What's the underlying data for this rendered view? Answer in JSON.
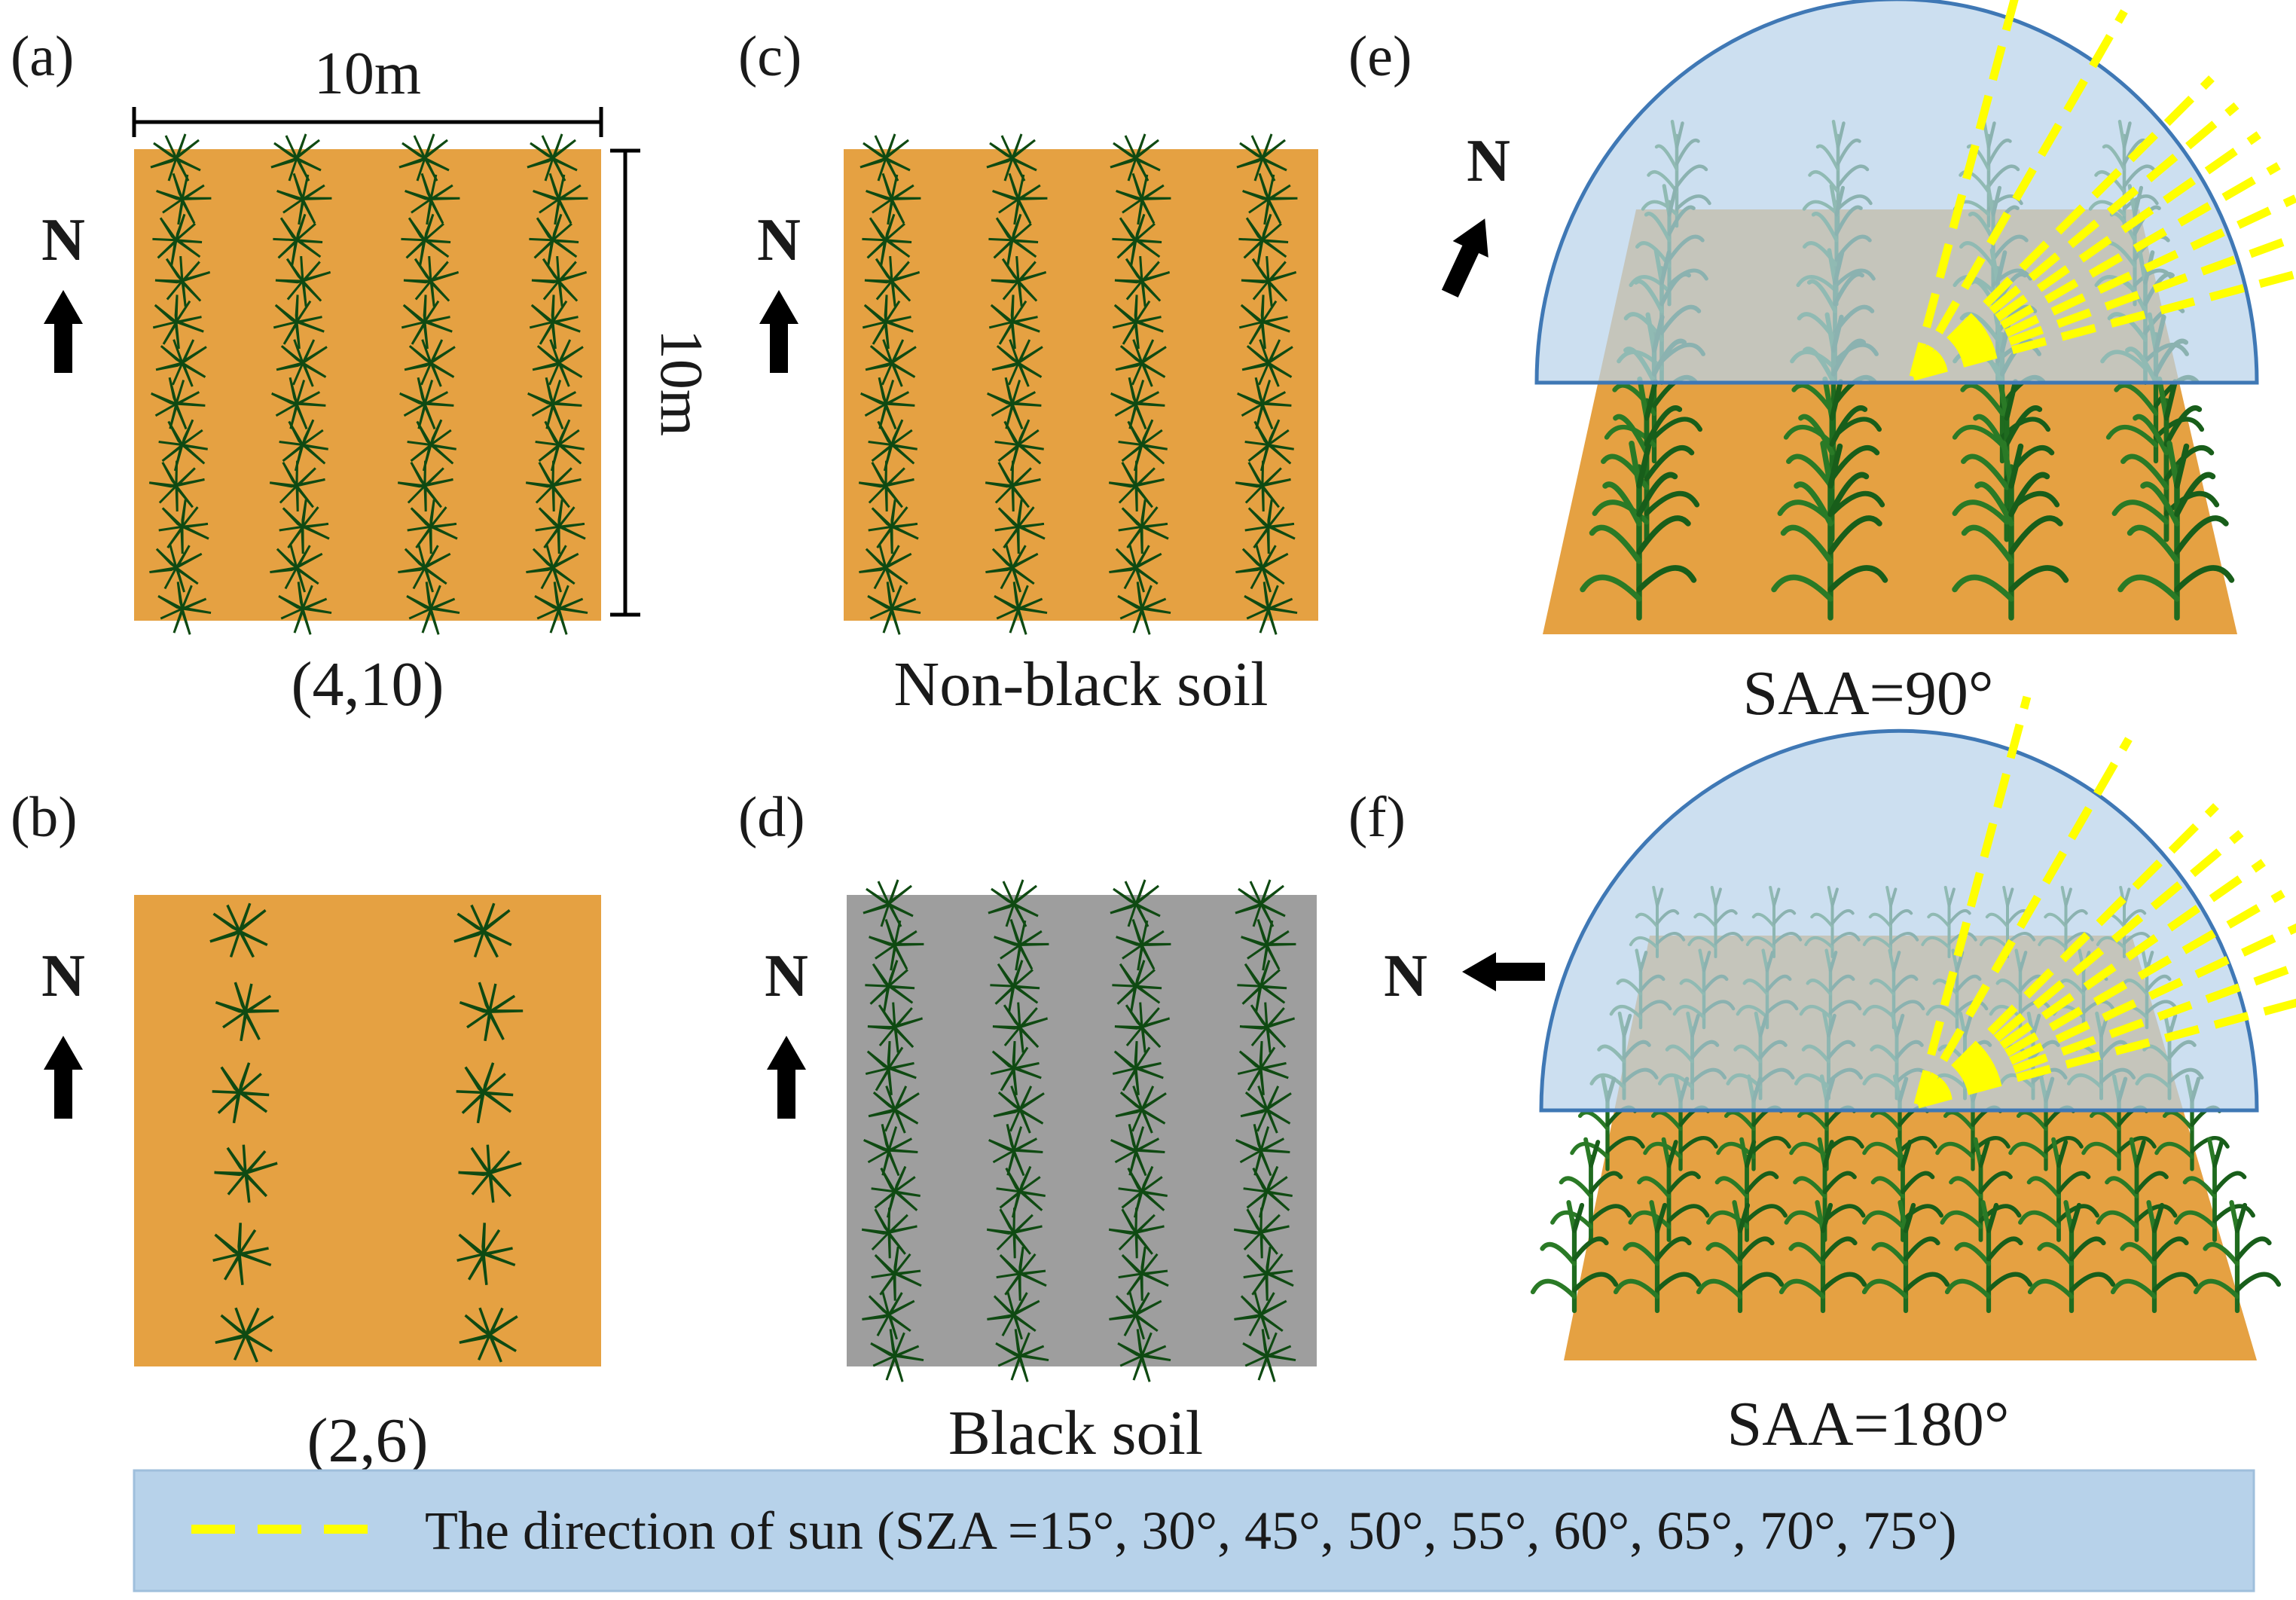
{
  "panels": {
    "a": {
      "letter": "(a)",
      "caption": "(4,10)",
      "width_label": "10m",
      "height_label": "10m"
    },
    "b": {
      "letter": "(b)",
      "caption": "(2,6)"
    },
    "c": {
      "letter": "(c)",
      "caption": "Non-black soil"
    },
    "d": {
      "letter": "(d)",
      "caption": "Black soil"
    },
    "e": {
      "letter": "(e)",
      "caption": "SAA=90°"
    },
    "f": {
      "letter": "(f)",
      "caption": "SAA=180°"
    }
  },
  "north_label": "N",
  "legend": {
    "text": "The direction of sun (SZA =15°, 30°, 45°, 50°, 55°, 60°, 65°, 70°, 75°)"
  },
  "colors": {
    "soil_non_black": "#e5a142",
    "soil_black": "#9e9e9e",
    "plant": "#1f6b1f",
    "plant_dark": "#0f4a12",
    "dome_fill": "#b8d3ea",
    "dome_stroke": "#3f78b5",
    "sun_ray": "#ffff00",
    "legend_bg": "#b7d2ea",
    "arrow": "#000000"
  }
}
